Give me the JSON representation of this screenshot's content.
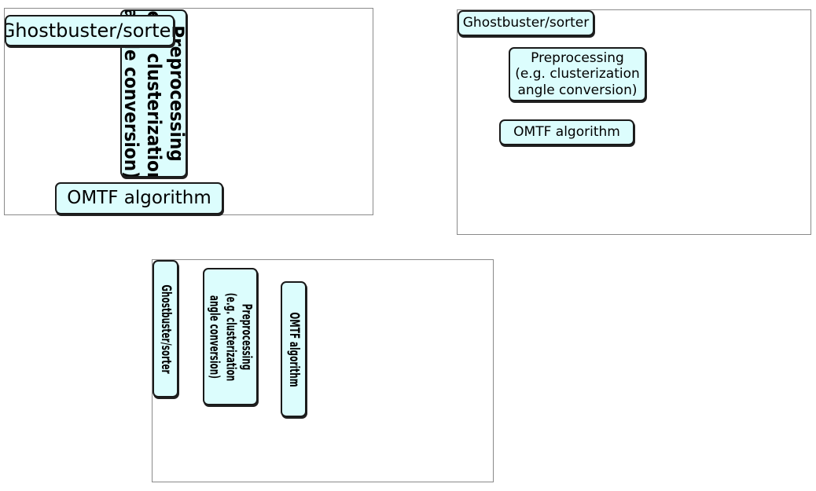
{
  "panels": [
    {
      "ghostbuster": "Ghostbuster/sorter",
      "preprocessing": [
        "Preprocessing",
        "(e.g. clusterization",
        "angle conversion)"
      ],
      "omtf": "OMTF algorithm"
    },
    {
      "ghostbuster": "Ghostbuster/sorter",
      "preprocessing": [
        "Preprocessing",
        "(e.g. clusterization",
        "angle conversion)"
      ],
      "omtf": "OMTF algorithm"
    },
    {
      "ghostbuster": "Ghostbuster/sorter",
      "preprocessing": [
        "Preprocessing",
        "(e.g. clusterization",
        "angle conversion)"
      ],
      "omtf": "OMTF algorithm"
    }
  ],
  "colors": {
    "node_fill": "#dcfdfd",
    "node_border": "#1a1a1a",
    "panel_border": "#8a8a8a"
  }
}
